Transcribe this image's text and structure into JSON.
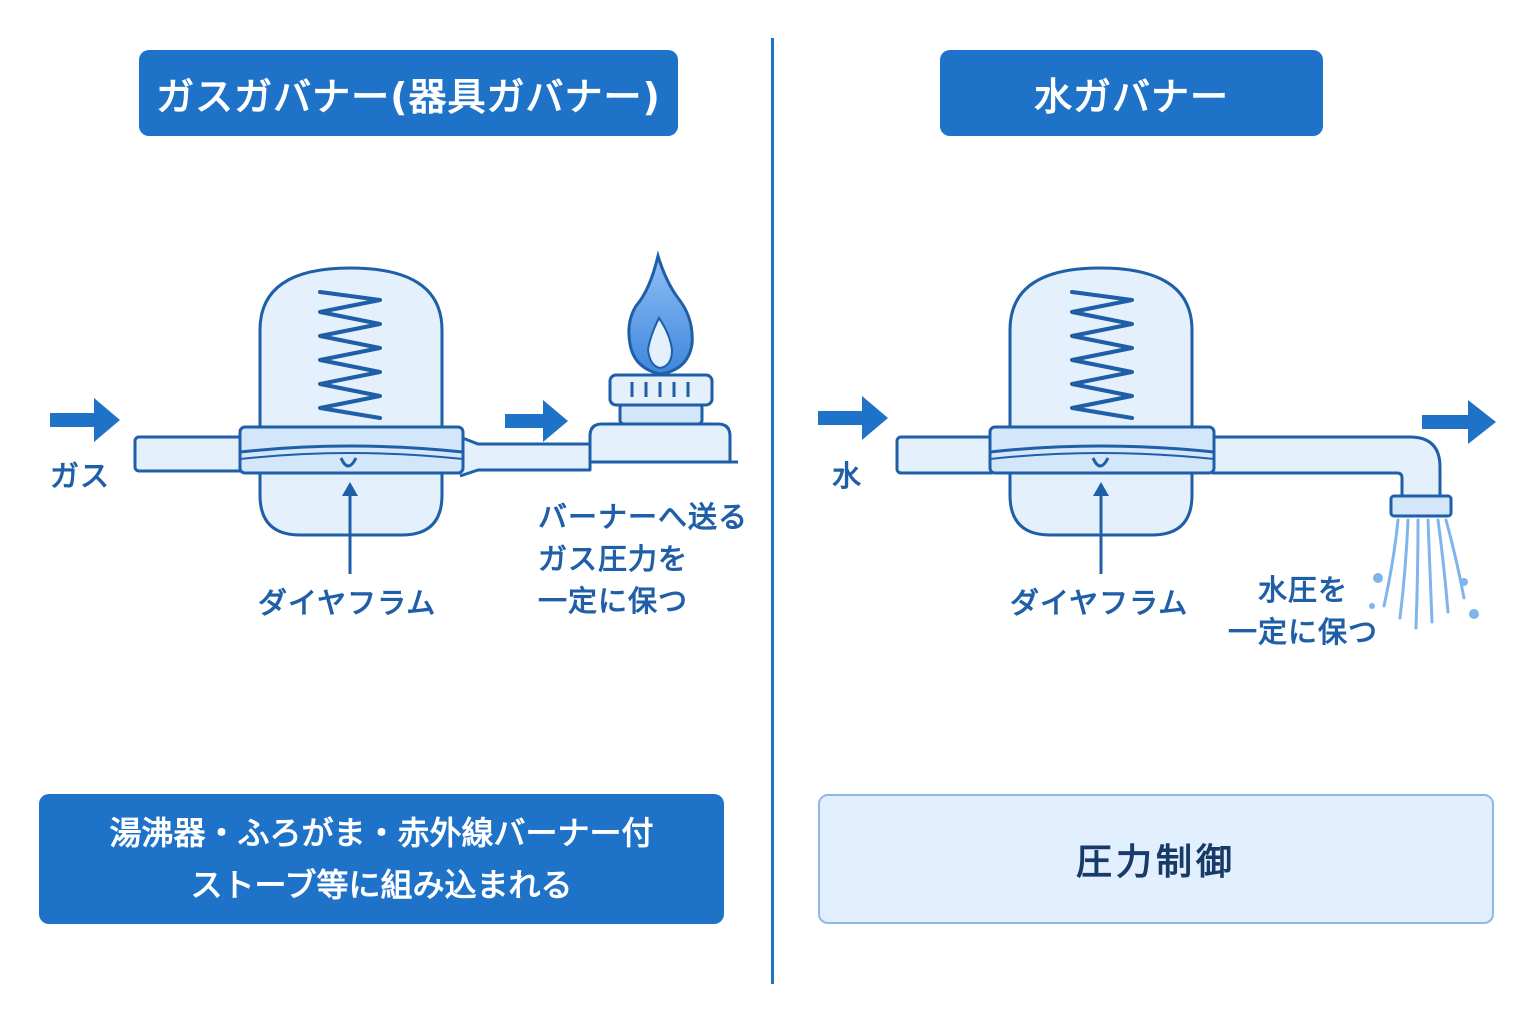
{
  "left": {
    "title": "ガスガバナー(器具ガバナー)",
    "inlet_label": "ガス",
    "diaphragm_label": "ダイヤフラム",
    "function_note": "バーナーへ送る\nガス圧力を\n一定に保つ",
    "bottom_text": "湯沸器・ふろがま・赤外線バーナー付\nストーブ等に組み込まれる"
  },
  "right": {
    "title": "水ガバナー",
    "inlet_label": "水",
    "diaphragm_label": "ダイヤフラム",
    "function_note": "水圧を\n一定に保つ",
    "bottom_text": "圧力制御"
  },
  "colors": {
    "primary": "#1e72c8",
    "outline": "#1e5fa8",
    "fill": "#e4f0fc",
    "flame": "#5a9ce8"
  }
}
